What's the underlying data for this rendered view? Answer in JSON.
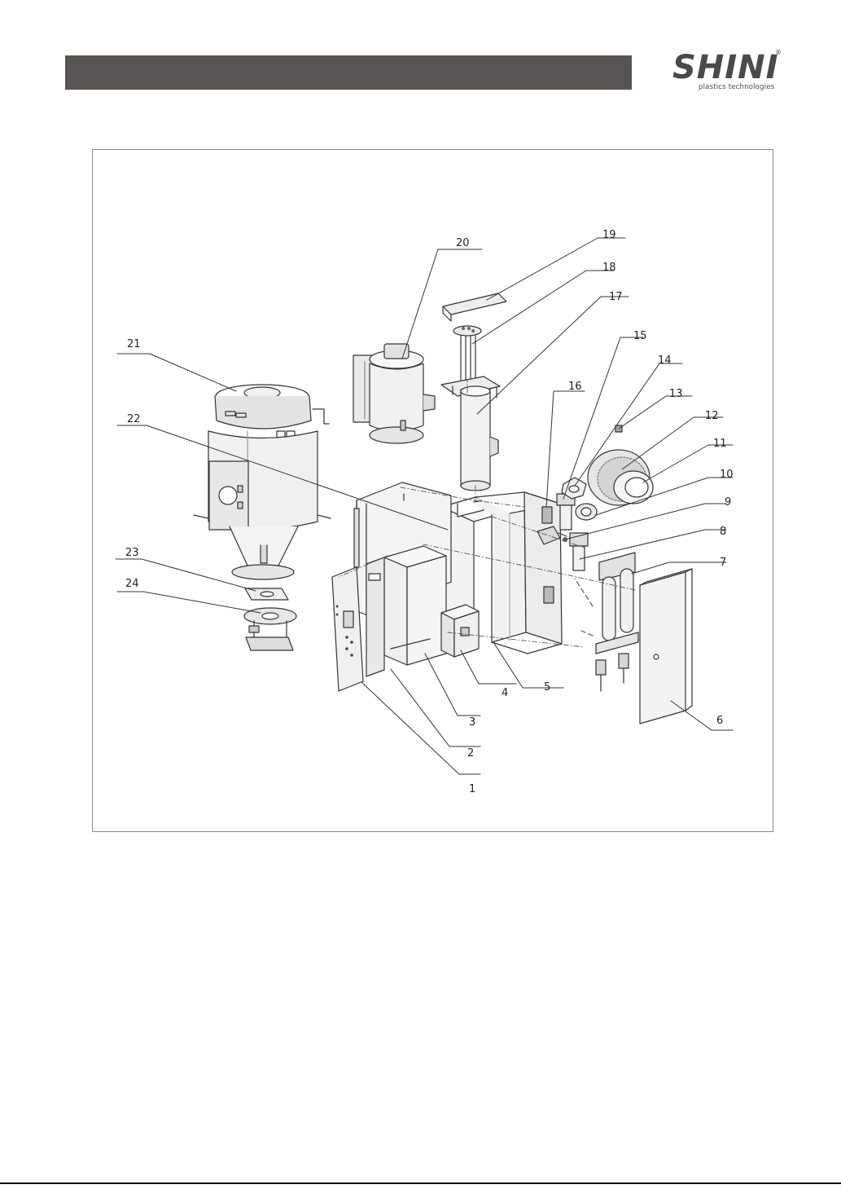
{
  "brand": {
    "logo_word": "SHINI",
    "logo_tagline": "plastics technologies",
    "registered_mark": "®"
  },
  "diagram": {
    "callouts": [
      "1",
      "2",
      "3",
      "4",
      "5",
      "6",
      "7",
      "8",
      "9",
      "10",
      "11",
      "12",
      "13",
      "14",
      "15",
      "16",
      "17",
      "18",
      "19",
      "20",
      "21",
      "22",
      "23",
      "24"
    ]
  }
}
